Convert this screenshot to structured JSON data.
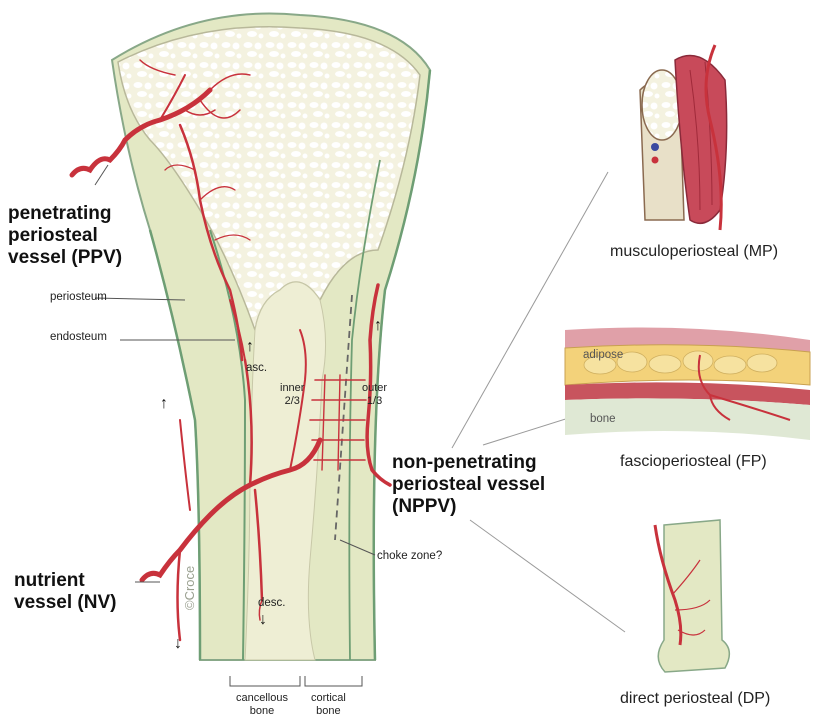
{
  "labels": {
    "ppv": [
      "penetrating",
      "periosteal",
      "vessel (PPV)"
    ],
    "nv": [
      "nutrient",
      "vessel (NV)"
    ],
    "nppv": [
      "non-penetrating",
      "periosteal vessel",
      "(NPPV)"
    ],
    "periosteum": "periosteum",
    "endosteum": "endosteum",
    "asc": "asc.",
    "desc": "desc.",
    "inner": [
      "inner",
      "2/3"
    ],
    "outer": [
      "outer",
      "1/3"
    ],
    "choke_zone": "choke zone?",
    "cancellous": [
      "cancellous",
      "bone"
    ],
    "cortical": [
      "cortical",
      "bone"
    ],
    "signature": "©Croce",
    "mp": "musculoperiosteal (MP)",
    "fp": "fascioperiosteal (FP)",
    "dp": "direct periosteal (DP)",
    "adipose": "adipose",
    "bone": "bone"
  },
  "colors": {
    "vessel": "#c8323c",
    "bone_cortex": "#e3e8c4",
    "bone_cancellous": "#f1f1dc",
    "periosteum_line": "#6e9e74",
    "adipose": "#f3d27a"
  }
}
